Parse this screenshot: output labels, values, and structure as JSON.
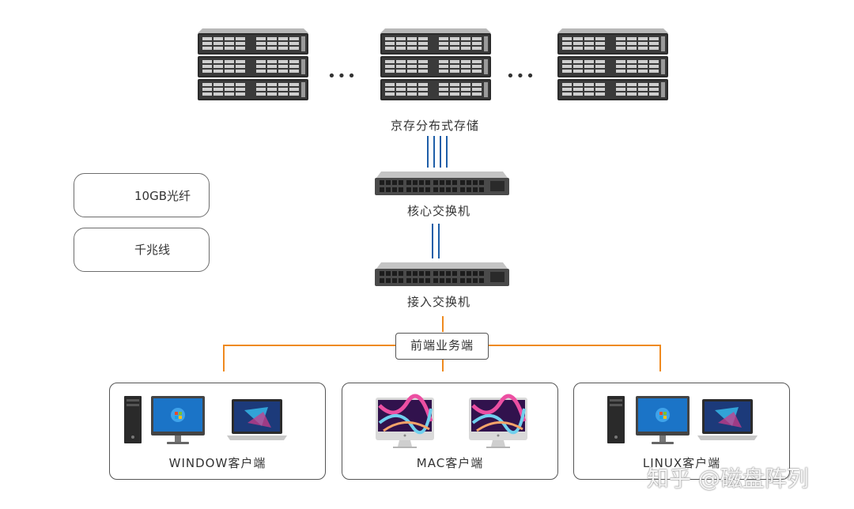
{
  "storage": {
    "label": "京存分布式存储",
    "ellipsis": "•••"
  },
  "core_switch": {
    "label": "核心交换机"
  },
  "access_switch": {
    "label": "接入交换机"
  },
  "frontend": {
    "label": "前端业务端"
  },
  "legend": {
    "fiber": {
      "label": "10GB光纤",
      "color": "#1e5ea8"
    },
    "gigabit": {
      "label": "千兆线",
      "color": "#ef8a1f"
    }
  },
  "clients": {
    "windows": {
      "label": "WINDOW客户端"
    },
    "mac": {
      "label": "MAC客户端"
    },
    "linux": {
      "label": "LINUX客户端"
    }
  },
  "watermark": "知乎 @磁盘阵列"
}
